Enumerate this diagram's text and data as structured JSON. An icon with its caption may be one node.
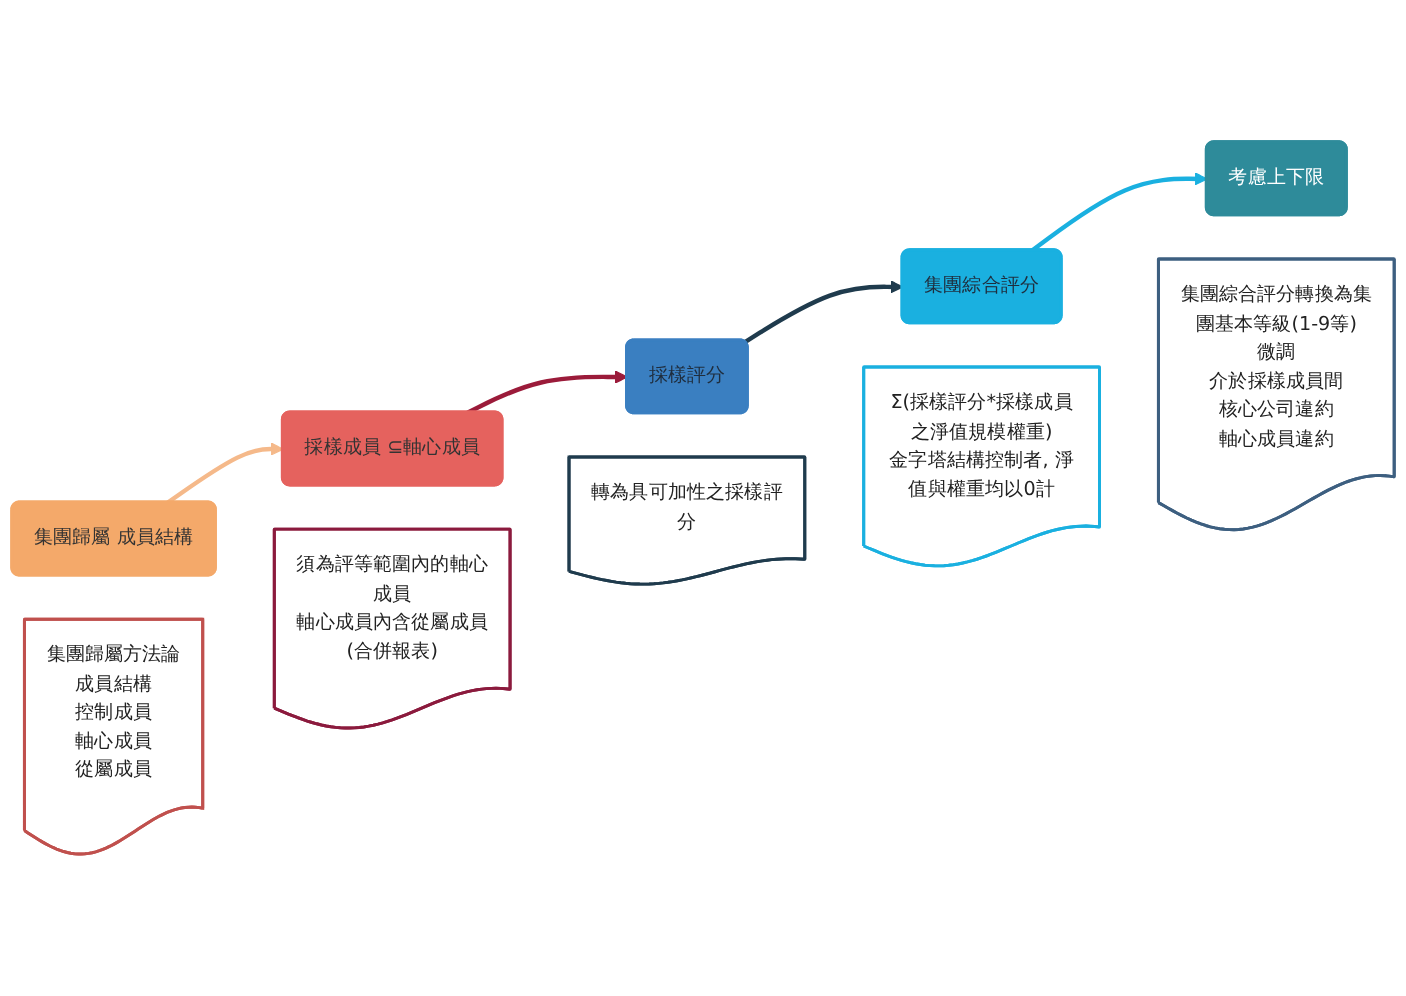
{
  "diagram": {
    "nodes": [
      {
        "text": [
          "集團歸屬 成員結構"
        ]
      },
      {
        "text": [
          "採樣成員 ⊆軸心成員"
        ]
      },
      {
        "text": [
          "採樣評分"
        ]
      },
      {
        "text": [
          "集團綜合評分"
        ]
      },
      {
        "text": [
          "考慮上下限"
        ]
      },
      {
        "text": [
          "集團歸屬方法論",
          "成員結構",
          "控制成員",
          "軸心成員",
          "從屬成員"
        ]
      },
      {
        "text": [
          "須為評等範圍內的軸心成員",
          "軸心成員內含從屬成員(合併報表)"
        ]
      },
      {
        "text": [
          "轉為具可加性之採樣評分"
        ]
      },
      {
        "text": [
          "Σ(採樣評分*採樣成員之淨值規模權重)",
          "金字塔結構控制者, 淨值與權重均以0計"
        ]
      },
      {
        "text": [
          "集團綜合評分轉換為集團基本等級(1-9等)",
          "微調",
          "介於採樣成員間",
          "核心公司違約",
          "軸心成員違約"
        ]
      }
    ],
    "edges": [
      {
        "from": 0,
        "to": 1,
        "arrow": "to",
        "color": "#f5b98a"
      },
      {
        "from": 1,
        "to": 2,
        "arrow": "to",
        "color": "#9b1b3a"
      },
      {
        "from": 2,
        "to": 3,
        "arrow": "to",
        "color": "#1f3b4d"
      },
      {
        "from": 3,
        "to": 4,
        "arrow": "to",
        "color": "#1ab0e0"
      }
    ]
  }
}
